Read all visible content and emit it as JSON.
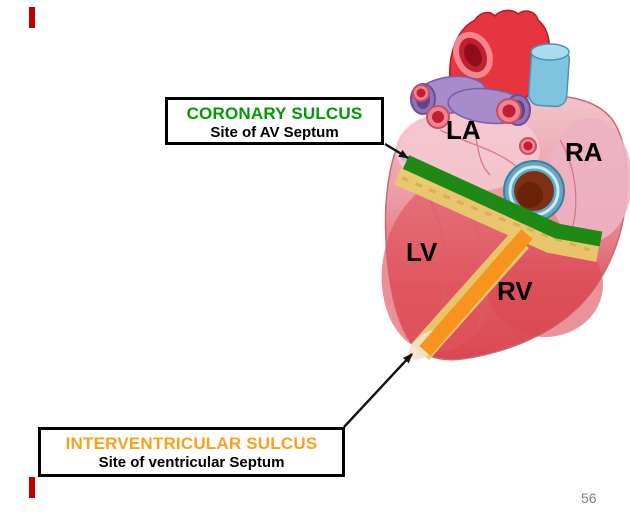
{
  "slide": {
    "page_number": "56",
    "accent_bar_color": "#C00000",
    "background_color": "#FFFFFF"
  },
  "callouts": {
    "coronary": {
      "title": "CORONARY SULCUS",
      "subtitle": "Site of AV Septum",
      "title_color": "#009B00",
      "border_color": "#000000"
    },
    "interventricular": {
      "title": "INTERVENTRICULAR SULCUS",
      "subtitle": "Site of ventricular Septum",
      "title_color": "#F9A11B",
      "border_color": "#000000"
    }
  },
  "heart_labels": {
    "la": "LA",
    "ra": "RA",
    "lv": "LV",
    "rv": "RV"
  },
  "overlay_colors": {
    "coronary_sulcus_line": "#1E8A15",
    "interventricular_sulcus_line": "#F7941D",
    "arrow_color": "#111111"
  }
}
